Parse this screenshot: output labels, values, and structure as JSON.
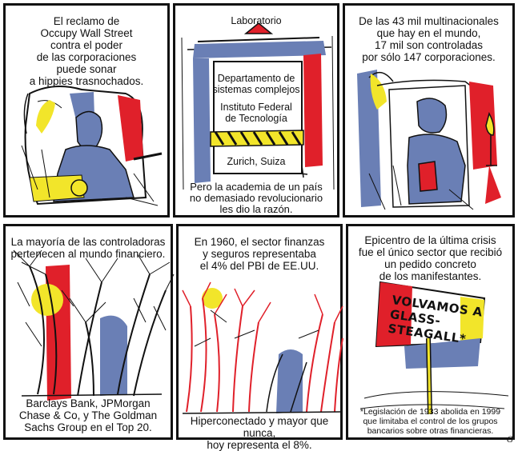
{
  "panels": [
    {
      "caption": "El reclamo de\nOccupy Wall Street\ncontra el poder\nde las corporaciones\npuede sonar\na hippies trasnochados."
    },
    {
      "header": "Laboratorio",
      "sign": "Departamento de\nsistemas complejos",
      "institute": "Instituto Federal\nde Tecnología",
      "location": "Zurich, Suiza",
      "caption": "Pero la academia de un país\nno demasiado revolucionario\nles dio la razón."
    },
    {
      "caption": "De las 43 mil multinacionales\nque hay en el mundo,\n17 mil son controladas\npor sólo 147 corporaciones."
    },
    {
      "caption": "La mayoría de las controladoras\npertenecen al mundo financiero.",
      "bottom_caption": "Barclays Bank, JPMorgan\nChase & Co, y The Goldman\nSachs Group en el Top 20."
    },
    {
      "caption": "En 1960, el sector finanzas\ny seguros representaba\nel 4% del PBI de EE.UU.",
      "bottom_caption": "Hiperconectado y mayor que nunca,\nhoy representa el 8%."
    },
    {
      "caption": "Epicentro de la última crisis\nfue el único sector que recibió\nun pedido concreto\nde los manifestantes.",
      "sign": "VOLVAMOS A\nGLASS-STEAGALL*",
      "footnote": "*Legislación de 1933 abolida en 1999\nque limitaba el control de los grupos\nbancarios sobre otras financieras."
    }
  ],
  "signature": "G",
  "colors": {
    "blue": "#6a7fb5",
    "red": "#e0202a",
    "yellow": "#f2e52a",
    "ink": "#111111"
  }
}
